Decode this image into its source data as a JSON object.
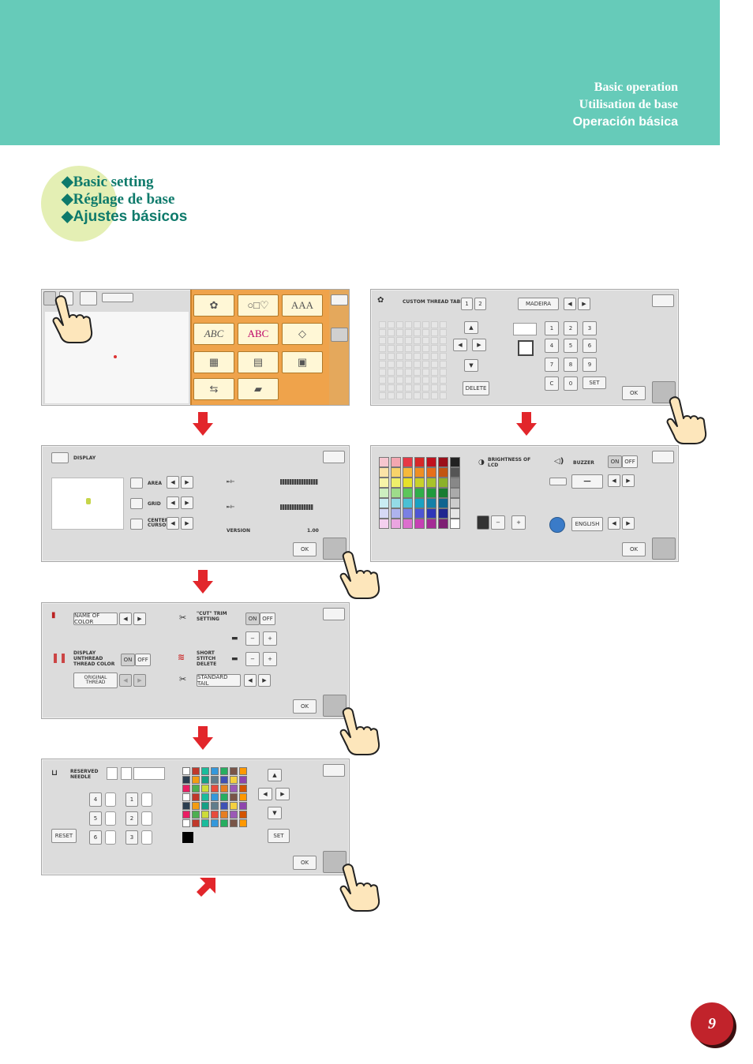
{
  "header": {
    "title_en": "Basic operation",
    "title_fr": "Utilisation de base",
    "title_es": "Operación básica"
  },
  "section": {
    "title_en": "◆Basic setting",
    "title_fr": "◆Réglage de base",
    "title_es": "◆Ajustes básicos"
  },
  "screens": {
    "home": {
      "tiles": [
        "AAA",
        "ABC",
        "ABC"
      ]
    },
    "thread_table": {
      "label": "CUSTOM THREAD TABLE",
      "brand": "MADEIRA",
      "delete": "DELETE",
      "set": "SET",
      "ok": "OK",
      "tabs": [
        "1",
        "2"
      ],
      "keypad": [
        "1",
        "2",
        "3",
        "4",
        "5",
        "6",
        "7",
        "8",
        "9",
        "C",
        "0"
      ]
    },
    "display": {
      "label": "DISPLAY",
      "rows": [
        "AREA",
        "GRID",
        "CENTER CURSOR"
      ],
      "version_label": "VERSION",
      "version_value": "1.00",
      "ok": "OK"
    },
    "lcd": {
      "brightness": "BRIGHTNESS OF LCD",
      "buzzer": "BUZZER",
      "on": "ON",
      "off": "OFF",
      "language": "ENGLISH",
      "ok": "OK"
    },
    "thread": {
      "name_of_color": "NAME OF COLOR",
      "trim_setting": "\"CUT\" TRIM SETTING",
      "display_unthread": "DISPLAY UNTHREAD THREAD COLOR",
      "original_thread": "ORIGINAL THREAD",
      "short_stitch": "SHORT STITCH DELETE",
      "standard_tail": "STANDARD TAIL",
      "on": "ON",
      "off": "OFF",
      "ok": "OK"
    },
    "reserved": {
      "label": "RESERVED NEEDLE",
      "reset": "RESET",
      "set": "SET",
      "ok": "OK",
      "keypad": [
        "4",
        "5",
        "6",
        "1",
        "2",
        "3"
      ]
    }
  },
  "page_number": "9",
  "colors": {
    "banner": "#66cbb9",
    "section_text": "#0e7a6b",
    "section_circle": "#e4efb4",
    "arrow": "#e2262b",
    "page_circle": "#c1232b"
  }
}
